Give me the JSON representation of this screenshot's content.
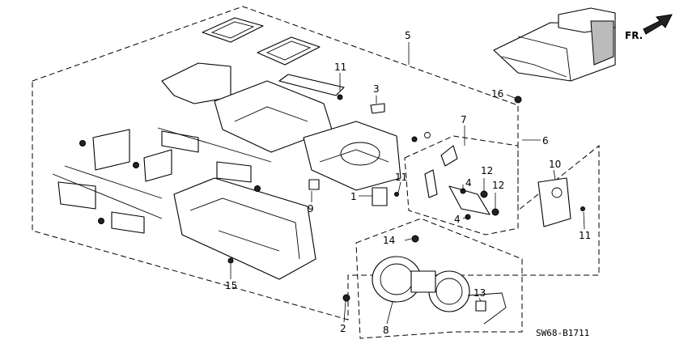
{
  "callouts": [
    {
      "id": "c1",
      "text": "1"
    },
    {
      "id": "c2",
      "text": "2"
    },
    {
      "id": "c3",
      "text": "3"
    },
    {
      "id": "c4a",
      "text": "4"
    },
    {
      "id": "c4b",
      "text": "4"
    },
    {
      "id": "c5",
      "text": "5"
    },
    {
      "id": "c6",
      "text": "6"
    },
    {
      "id": "c7",
      "text": "7"
    },
    {
      "id": "c8",
      "text": "8"
    },
    {
      "id": "c9",
      "text": "9"
    },
    {
      "id": "c10",
      "text": "10"
    },
    {
      "id": "c11a",
      "text": "11"
    },
    {
      "id": "c11b",
      "text": "11"
    },
    {
      "id": "c11c",
      "text": "11"
    },
    {
      "id": "c12a",
      "text": "12"
    },
    {
      "id": "c12b",
      "text": "12"
    },
    {
      "id": "c13",
      "text": "13"
    },
    {
      "id": "c14",
      "text": "14"
    },
    {
      "id": "c15",
      "text": "15"
    },
    {
      "id": "c16",
      "text": "16"
    }
  ],
  "direction_label": "FR.",
  "diagram_code": "SW68-B1711"
}
